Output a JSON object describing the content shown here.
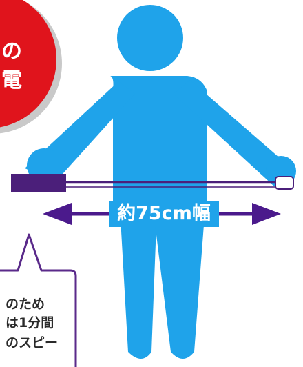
{
  "badge": {
    "line1": "の",
    "line2": "電",
    "color": "#e0141c"
  },
  "figure": {
    "color": "#1fa3ea"
  },
  "device": {
    "body_color": "#4b1f7a",
    "line_color": "#4b1f7a"
  },
  "measurement": {
    "label": "約75cm幅",
    "arrow_color": "#4b1a8c"
  },
  "callout": {
    "line1": "のため",
    "line2": "は1分間",
    "line3": "のスピー",
    "border_color": "#5a2a8a"
  }
}
